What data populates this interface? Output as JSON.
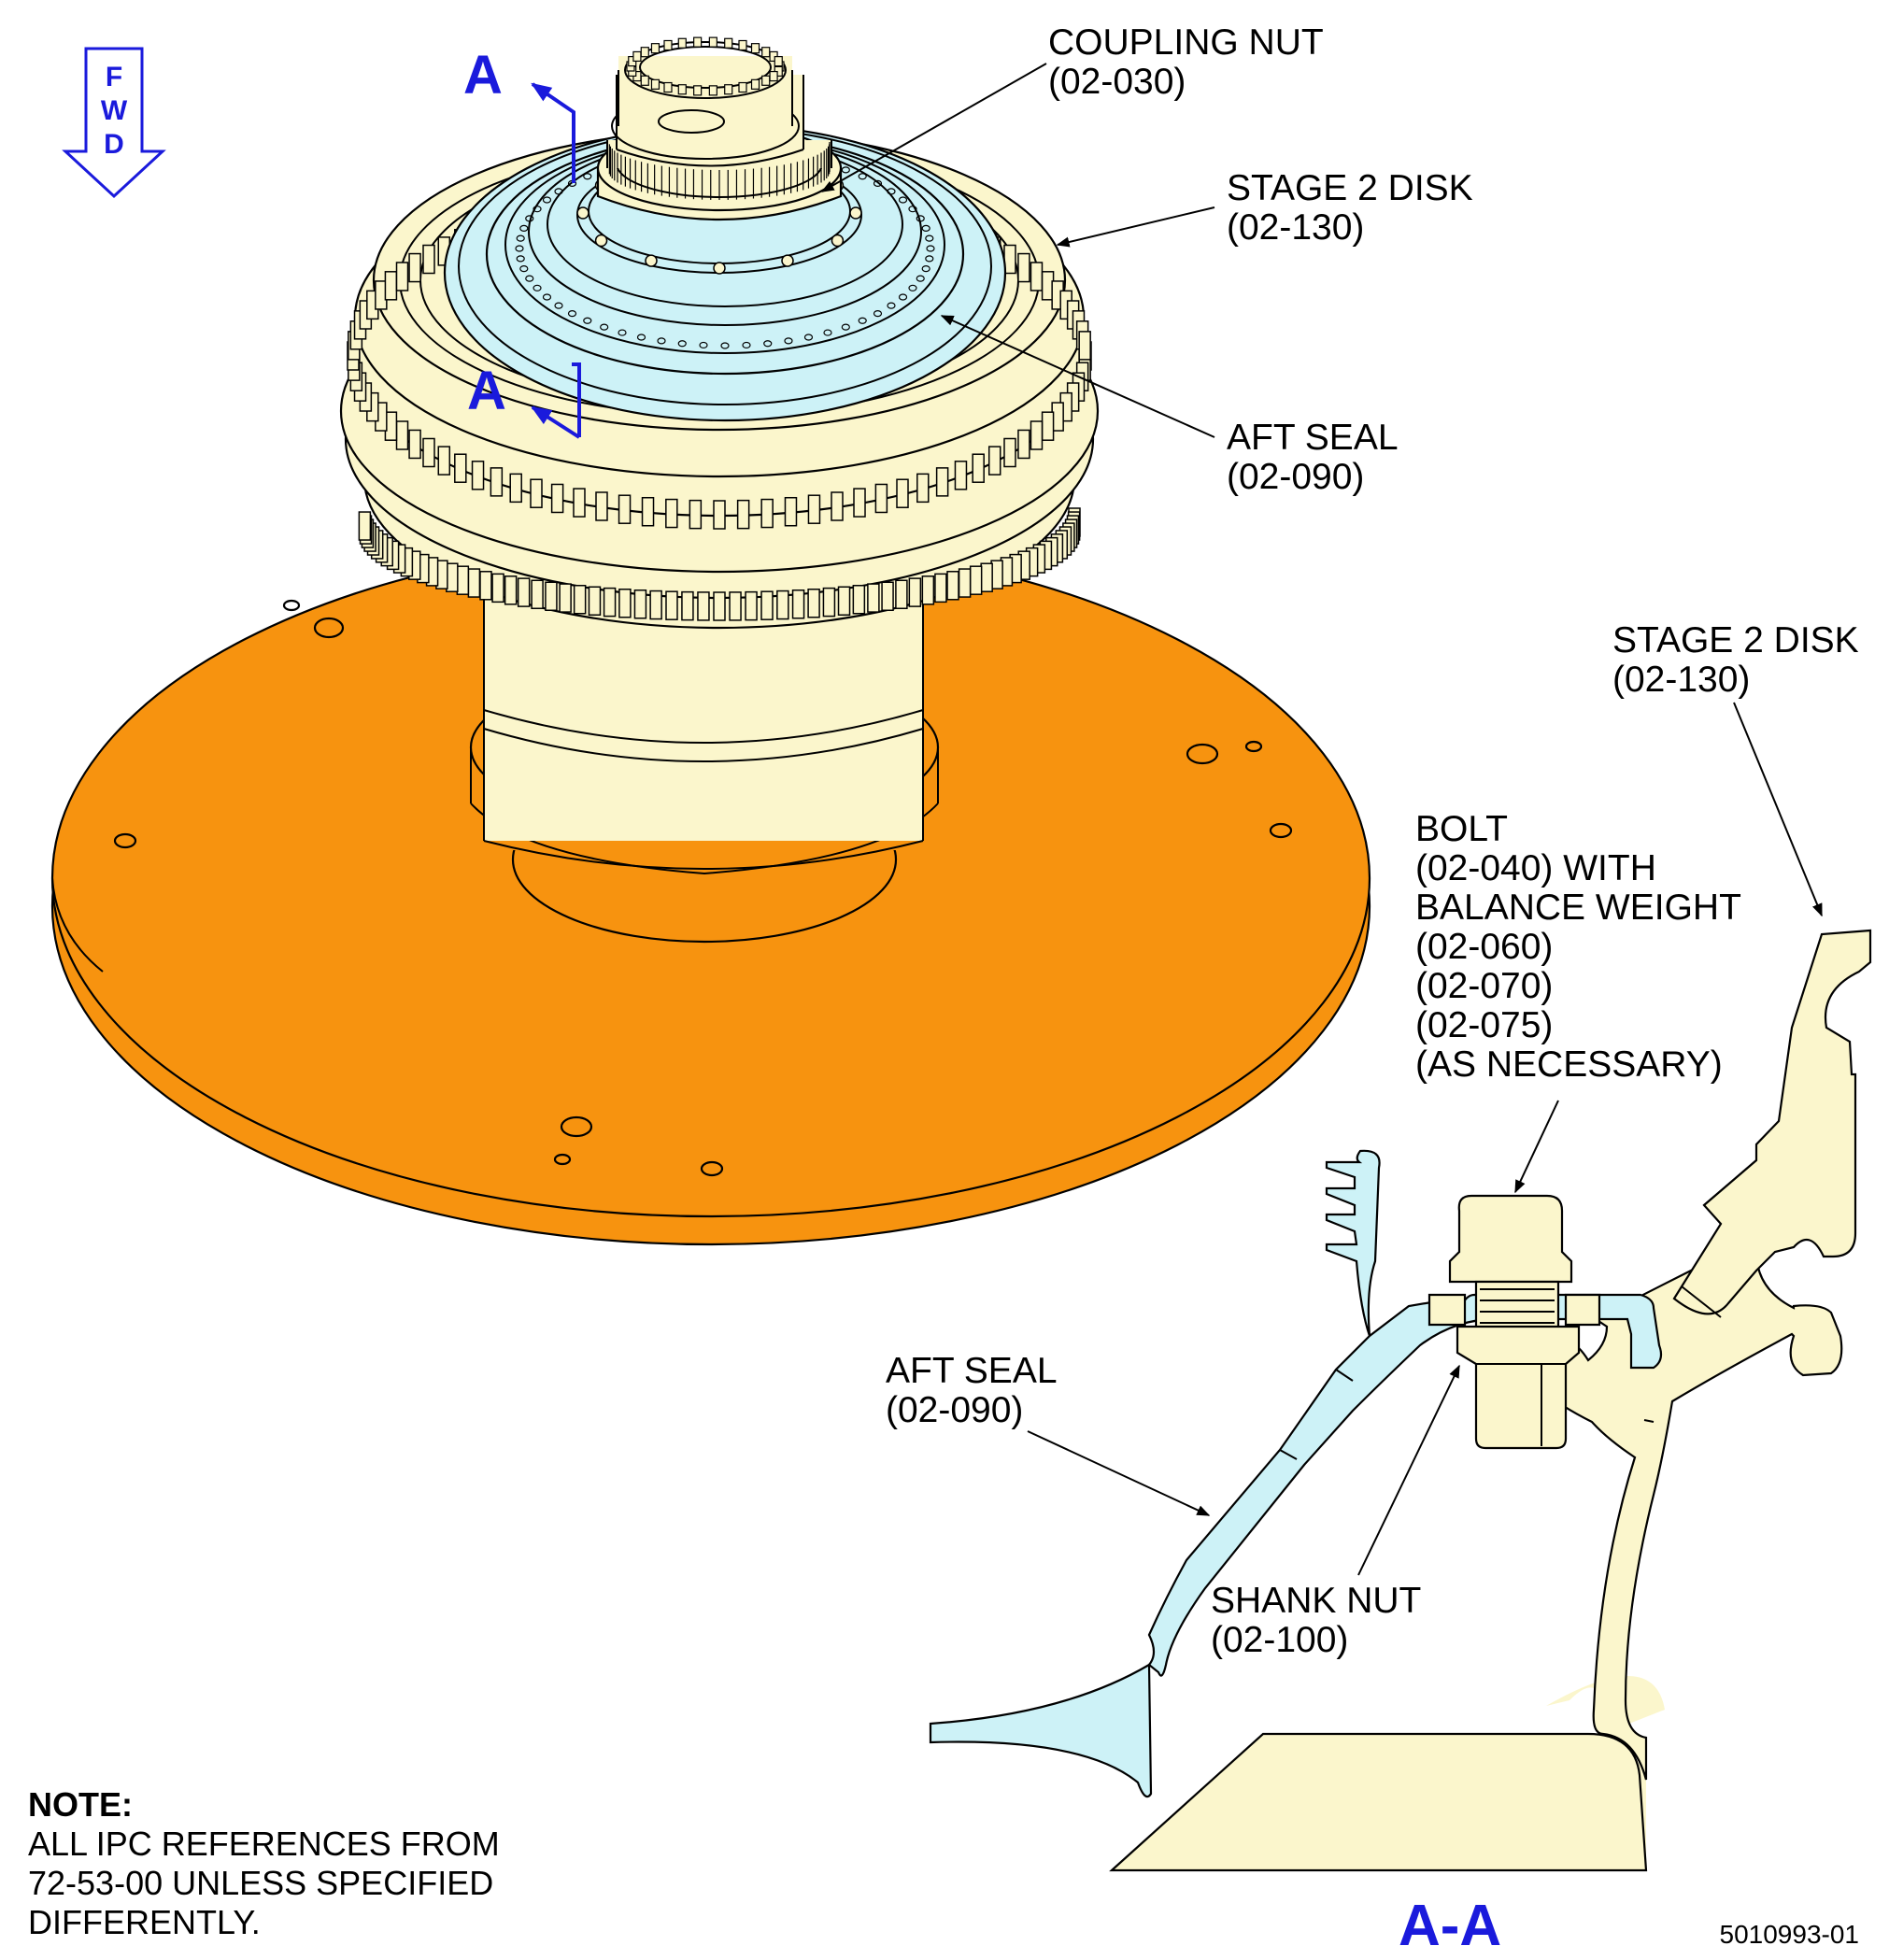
{
  "fwd_indicator": {
    "letters": [
      "F",
      "W",
      "D"
    ],
    "color": "#1a1adc"
  },
  "cut_marks": {
    "top": "A",
    "bottom": "A"
  },
  "callouts_top": {
    "coupling_nut": {
      "line1": "COUPLING NUT",
      "line2": "(02-030)"
    },
    "stage2_disk": {
      "line1": "STAGE 2 DISK",
      "line2": "(02-130)"
    },
    "aft_seal": {
      "line1": "AFT SEAL",
      "line2": "(02-090)"
    }
  },
  "callouts_section": {
    "stage2_disk": {
      "line1": "STAGE 2 DISK",
      "line2": "(02-130)"
    },
    "bolt": {
      "lines": [
        "BOLT",
        "(02-040) WITH",
        "BALANCE WEIGHT",
        "(02-060)",
        "(02-070)",
        "(02-075)",
        "(AS NECESSARY)"
      ]
    },
    "aft_seal": {
      "line1": "AFT SEAL",
      "line2": "(02-090)"
    },
    "shank_nut": {
      "line1": "SHANK NUT",
      "line2": "(02-100)"
    }
  },
  "section_label": "A-A",
  "note": {
    "heading": "NOTE:",
    "lines": [
      "ALL IPC REFERENCES FROM",
      "72-53-00 UNLESS SPECIFIED",
      "DIFFERENTLY."
    ]
  },
  "figure_number": "5010993-01",
  "colors": {
    "disk_fill": "#fbf6cc",
    "seal_fill": "#cdf2f7",
    "fixture_fill": "#f7930f",
    "accent": "#1a1adc"
  }
}
